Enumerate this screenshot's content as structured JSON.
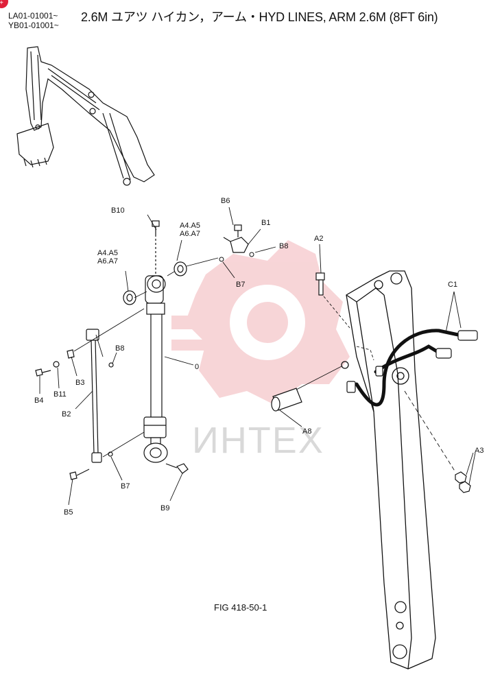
{
  "header": {
    "serial_1": "LA01-01001~",
    "serial_2": "YB01-01001~",
    "title": "2.6M ユアツ ハイカン，アーム・HYD LINES, ARM 2.6M (8FT 6in)"
  },
  "figure_label": "FIG 418-50-1",
  "watermark_text": "ИНТЕХ",
  "callouts": {
    "B10": "B10",
    "A4A5_top": "A4.A5",
    "A6A7_top": "A6.A7",
    "A4A5_left": "A4.A5",
    "A6A7_left": "A6.A7",
    "B6": "B6",
    "B1": "B1",
    "B8_top": "B8",
    "B7_top": "B7",
    "A2": "A2",
    "C1": "C1",
    "B8_mid": "B8",
    "zero": "0",
    "B3": "B3",
    "B4": "B4",
    "B11": "B11",
    "B2": "B2",
    "A8": "A8",
    "A3": "A3",
    "B7_bottom": "B7",
    "B5": "B5",
    "B9": "B9"
  },
  "colors": {
    "line": "#111111",
    "watermark": "#f2b3b8",
    "badge": "#e0203a"
  },
  "badge_glyph": "+"
}
